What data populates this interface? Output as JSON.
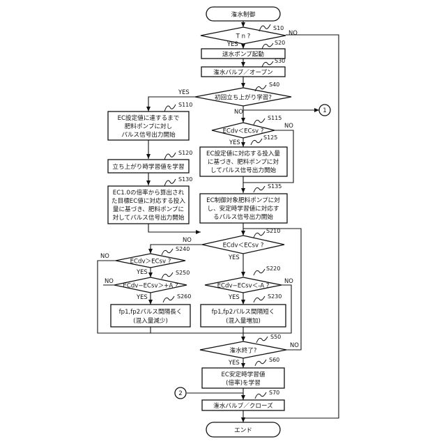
{
  "title": "潅水制御",
  "end": "エンド",
  "s10": {
    "text": "T n ?",
    "step": "S10"
  },
  "s20": {
    "text": "送水ポンプ起動",
    "step": "S20"
  },
  "s30": {
    "text": "潅水バルブ／オープン",
    "step": "S30"
  },
  "s40": {
    "text": "初回立ち上がり学習?",
    "step": "S40"
  },
  "s110": {
    "lines": [
      "EC設定値に達するまで",
      "肥料ポンプに対し",
      "パルス信号出力開始"
    ],
    "step": "S110"
  },
  "s115": {
    "text": "ECdv＜ECsv ?",
    "step": "S115"
  },
  "s120": {
    "text": "立ち上がり時学習値を学習",
    "step": "S120"
  },
  "s125": {
    "lines": [
      "EC設定値に対応する投入量",
      "に基づき、肥料ポンプに対",
      "してパルス信号出力開始"
    ],
    "step": "S125"
  },
  "s130": {
    "lines": [
      "EC1.0の倍率から算出され",
      "た目標EC値に対応する投入",
      "量に基づき、肥料ポンプに",
      "対してパルス信号出力開始"
    ],
    "step": "S130"
  },
  "s135": {
    "lines": [
      "EC制御対象肥料ポンプに対",
      "し、安定時学習値に対応す",
      "るパルス信号出力開始"
    ],
    "step": "S135"
  },
  "s210": {
    "text": "ECdv＜ECsv ?",
    "step": "S210"
  },
  "s240": {
    "text": "ECdv＞ECsv ?",
    "step": "S240"
  },
  "s250": {
    "text": "ECdv−ECsv＞+A ?",
    "step": "S250"
  },
  "s220": {
    "text": "ECdv−ECsv＜-A ?",
    "step": "S220"
  },
  "s260": {
    "lines": [
      "fp1,fp2パルス間隔長く",
      "(混入量減少)"
    ],
    "step": "S260"
  },
  "s230": {
    "lines": [
      "fp1,fp2パルス間隔短く",
      "(混入量増加)"
    ],
    "step": "S230"
  },
  "s50": {
    "text": "潅水終了?",
    "step": "S50"
  },
  "s60": {
    "lines": [
      "EC安定時学習値",
      "(倍率)を学習"
    ],
    "step": "S60"
  },
  "s70": {
    "text": "潅水バルブ／クローズ",
    "step": "S70"
  },
  "connector_label_1": "1",
  "connector_label_2": "2",
  "yes": "YES",
  "no": "NO"
}
